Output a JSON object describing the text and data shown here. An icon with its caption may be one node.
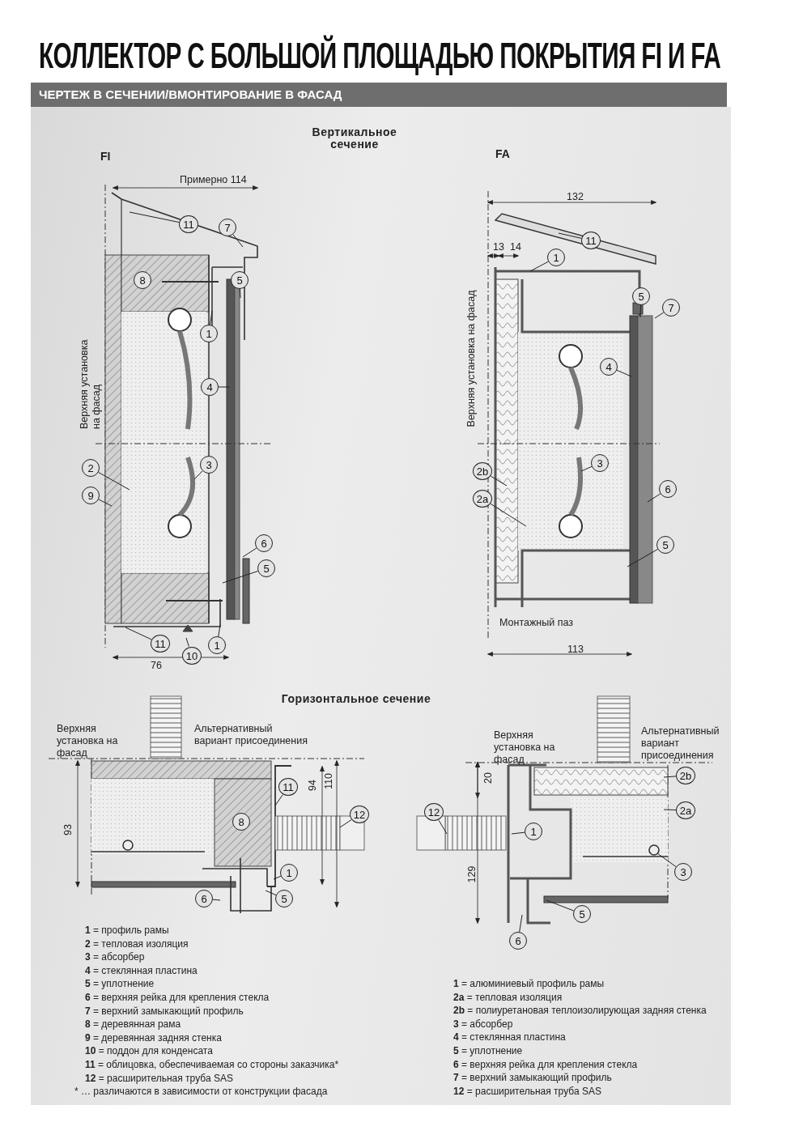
{
  "diagram": {
    "title": "КОЛЛЕКТОР С БОЛЬШОЙ ПЛОЩАДЬЮ ПОКРЫТИЯ FI И FA",
    "nodes": [
      {
        "text": [
          "11"
        ]
      },
      {
        "text": [
          "7"
        ]
      },
      {
        "text": [
          "8"
        ]
      },
      {
        "text": [
          "5"
        ]
      },
      {
        "text": [
          "1"
        ]
      },
      {
        "text": [
          "4"
        ]
      },
      {
        "text": [
          "3"
        ]
      },
      {
        "text": [
          "2"
        ]
      },
      {
        "text": [
          "9"
        ]
      },
      {
        "text": [
          "6"
        ]
      },
      {
        "text": [
          "5"
        ]
      },
      {
        "text": [
          "11"
        ]
      },
      {
        "text": [
          "10"
        ]
      },
      {
        "text": [
          "1"
        ]
      },
      {
        "text": [
          "11"
        ]
      },
      {
        "text": [
          "1"
        ]
      },
      {
        "text": [
          "5"
        ]
      },
      {
        "text": [
          "7"
        ]
      },
      {
        "text": [
          "4"
        ]
      },
      {
        "text": [
          "3"
        ]
      },
      {
        "text": [
          "2b"
        ]
      },
      {
        "text": [
          "2a"
        ]
      },
      {
        "text": [
          "6"
        ]
      },
      {
        "text": [
          "5"
        ]
      },
      {
        "text": [
          "11"
        ]
      },
      {
        "text": [
          "12"
        ]
      },
      {
        "text": [
          "8"
        ]
      },
      {
        "text": [
          "1"
        ]
      },
      {
        "text": [
          "6"
        ]
      },
      {
        "text": [
          "5"
        ]
      },
      {
        "text": [
          "12"
        ]
      },
      {
        "text": [
          "2b"
        ]
      },
      {
        "text": [
          "2a"
        ]
      },
      {
        "text": [
          "1"
        ]
      },
      {
        "text": [
          "3"
        ]
      },
      {
        "text": [
          "5"
        ]
      },
      {
        "text": [
          "6"
        ]
      }
    ],
    "edges": [
      {
        "from": 0,
        "to": null,
        "arrow": "none"
      },
      {
        "from": 1,
        "to": null,
        "arrow": "none"
      },
      {
        "from": 3,
        "to": null,
        "arrow": "none"
      },
      {
        "from": 4,
        "to": null,
        "arrow": "none"
      },
      {
        "from": 5,
        "to": null,
        "arrow": "none"
      },
      {
        "from": 6,
        "to": null,
        "arrow": "none"
      },
      {
        "from": 7,
        "to": null,
        "arrow": "none"
      },
      {
        "from": 8,
        "to": null,
        "arrow": "none"
      },
      {
        "from": 9,
        "to": null,
        "arrow": "none"
      },
      {
        "from": 10,
        "to": null,
        "arrow": "none"
      },
      {
        "from": 11,
        "to": null,
        "arrow": "none"
      },
      {
        "from": 12,
        "to": null,
        "arrow": "none"
      },
      {
        "from": 13,
        "to": null,
        "arrow": "none"
      },
      {
        "from": 14,
        "to": null,
        "arrow": "none"
      },
      {
        "from": 15,
        "to": null,
        "arrow": "none"
      },
      {
        "from": 16,
        "to": null,
        "arrow": "none"
      },
      {
        "from": 17,
        "to": null,
        "arrow": "none"
      },
      {
        "from": 18,
        "to": null,
        "arrow": "none"
      },
      {
        "from": 19,
        "to": null,
        "arrow": "none"
      },
      {
        "from": 20,
        "to": null,
        "arrow": "none"
      },
      {
        "from": 21,
        "to": null,
        "arrow": "none"
      },
      {
        "from": 22,
        "to": null,
        "arrow": "none"
      },
      {
        "from": 23,
        "to": null,
        "arrow": "none"
      },
      {
        "from": 24,
        "to": null,
        "arrow": "none"
      },
      {
        "from": 25,
        "to": null,
        "arrow": "none"
      },
      {
        "from": 27,
        "to": null,
        "arrow": "none"
      },
      {
        "from": 28,
        "to": null,
        "arrow": "none"
      },
      {
        "from": 29,
        "to": null,
        "arrow": "none"
      },
      {
        "from": 30,
        "to": null,
        "arrow": "none"
      },
      {
        "from": 31,
        "to": null,
        "arrow": "none"
      },
      {
        "from": 32,
        "to": null,
        "arrow": "none"
      },
      {
        "from": 33,
        "to": null,
        "arrow": "none"
      },
      {
        "from": 34,
        "to": null,
        "arrow": "none"
      },
      {
        "from": 35,
        "to": null,
        "arrow": "none"
      },
      {
        "from": 36,
        "to": null,
        "arrow": "none"
      }
    ],
    "labels": [
      "ЧЕРТЕЖ В СЕЧЕНИИ/ВМОНТИРОВАНИЕ В ФАСАД",
      "Вертикальное сечение",
      "FI",
      "FA",
      "Примерно 114",
      "132",
      "13",
      "14",
      "Верхняя установка на фасад",
      "Верхняя установка на фасад",
      "Монтажный паз",
      "76",
      "113",
      "Горизонтальное сечение",
      "Верхняя установка на фасад",
      "Альтернативный вариант присоединения",
      "94",
      "110",
      "93",
      "Верхняя установка на фасад",
      "Альтернативный вариант присоединения",
      "20",
      "129",
      "**1** = профиль рамы",
      "**2** = тепловая изоляция",
      "**3** = абсорбер",
      "**4** = стеклянная пластина",
      "**5** = уплотнение",
      "**6** = верхняя рейка для крепления стекла",
      "**7** = верхний замыкающий профиль",
      "**8** = деревянная рама",
      "**9** = деревянная задняя стенка",
      "**10** = поддон для конденсата",
      "**11** = облицовка, обеспечиваемая со стороны заказчика*",
      "**12** = расширительная труба SAS",
      "* … различаются в зависимости от конструкции фасада",
      "**1** = алюминиевый профиль рамы",
      "**2a** = тепловая изоляция",
      "**2b** = полиуретановая теплоизолирующая задняя стенка",
      "**3** = абсорбер",
      "**4** = стеклянная пластина",
      "**5** = уплотнение",
      "**6** = верхняя рейка для крепления стекла",
      "**7** = верхний замыкающий профиль",
      "**12** = расширительная труба SAS"
    ]
  }
}
